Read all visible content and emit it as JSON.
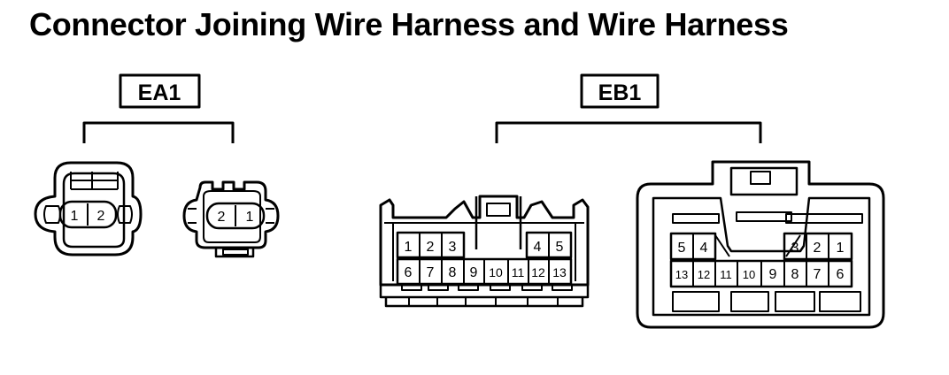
{
  "title": "Connector Joining Wire Harness and Wire Harness",
  "connectors": {
    "ea1": {
      "label": "EA1",
      "left_pins": [
        "1",
        "2"
      ],
      "right_pins": [
        "2",
        "1"
      ]
    },
    "eb1": {
      "label": "EB1",
      "left": {
        "top_left": [
          "1",
          "2",
          "3"
        ],
        "top_right": [
          "4",
          "5"
        ],
        "bottom": [
          "6",
          "7",
          "8",
          "9",
          "10",
          "11",
          "12",
          "13"
        ]
      },
      "right": {
        "top_left": [
          "5",
          "4"
        ],
        "top_right": [
          "3",
          "2",
          "1"
        ],
        "bottom": [
          "13",
          "12",
          "11",
          "10",
          "9",
          "8",
          "7",
          "6"
        ]
      }
    }
  }
}
